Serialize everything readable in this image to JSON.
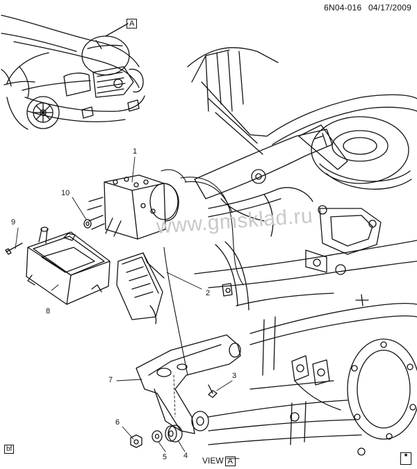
{
  "header": {
    "code": "6N04-016",
    "date": "04/17/2009"
  },
  "view_callout": "A",
  "view_label": {
    "prefix": "VIEW",
    "letter": "A"
  },
  "corner_mark": "bf",
  "watermark": "www.gmsklad.ru",
  "callouts": [
    "1",
    "2",
    "3",
    "4",
    "5",
    "6",
    "7",
    "8",
    "9",
    "10"
  ]
}
